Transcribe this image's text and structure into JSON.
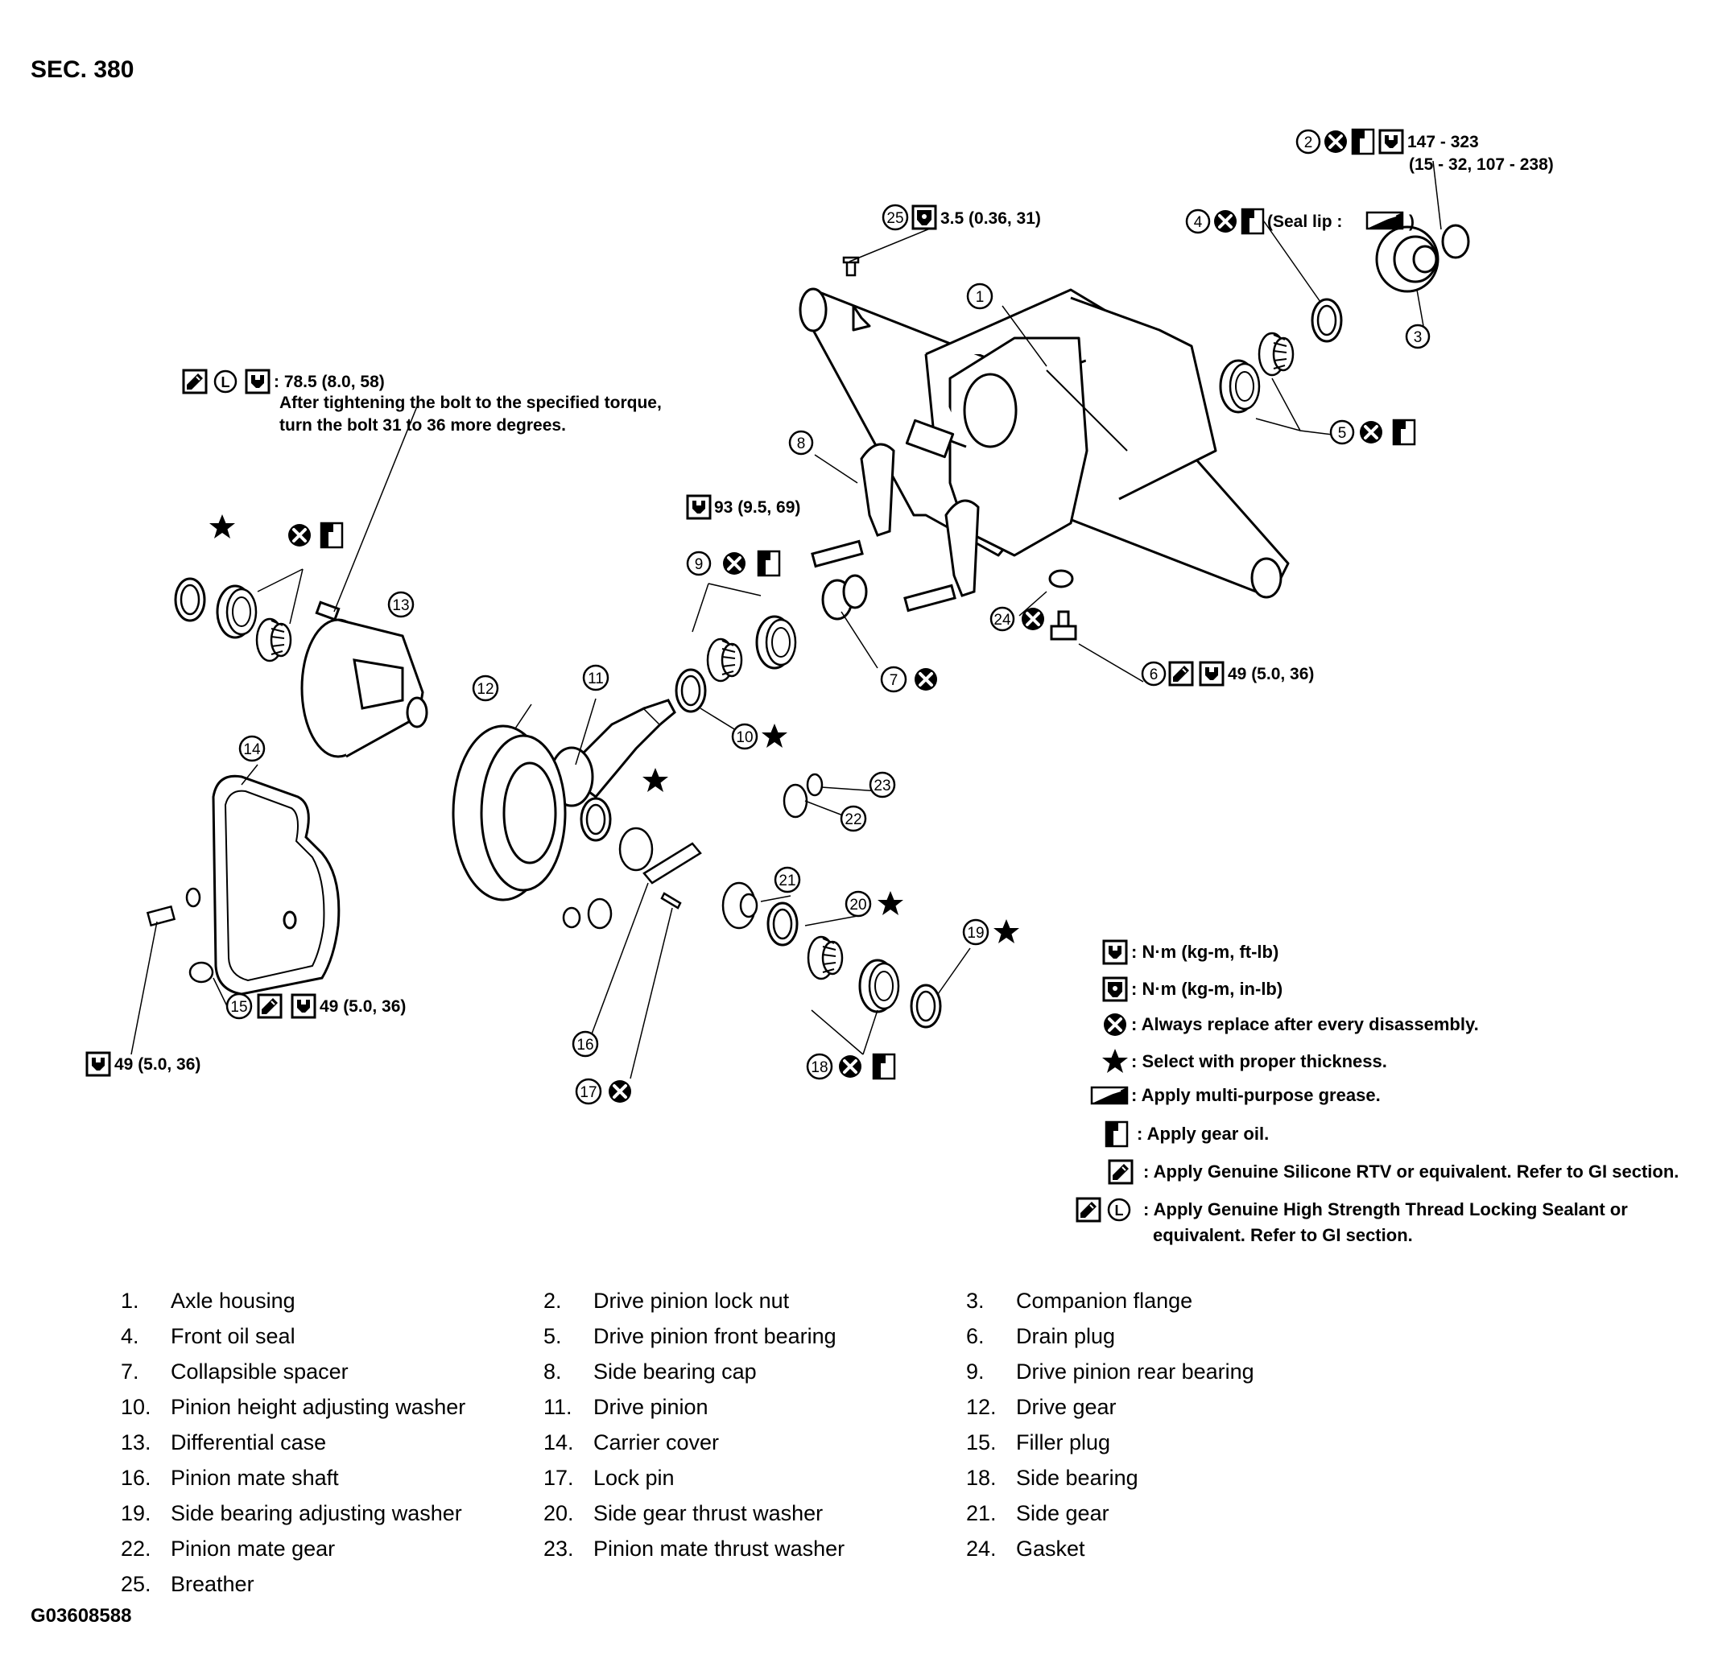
{
  "section_title": "SEC. 380",
  "figure_id": "G03608588",
  "callouts": {
    "c2": {
      "num": "2",
      "torque": "147 - 323",
      "torque_alt": "(15 - 32, 107 - 238)"
    },
    "c25": {
      "num": "25",
      "torque": "3.5 (0.36, 31)"
    },
    "c4": {
      "num": "4",
      "note_prefix": "(Seal lip :",
      "note_suffix": ")"
    },
    "c3": {
      "num": "3"
    },
    "c1": {
      "num": "1"
    },
    "c5": {
      "num": "5"
    },
    "c13": {
      "num": "13",
      "torque": ": 78.5 (8.0, 58)",
      "note_line1": "After tightening the bolt to the specified torque,",
      "note_line2": "turn the bolt 31 to 36 more degrees."
    },
    "c8": {
      "num": "8"
    },
    "c8_torque": "93 (9.5, 69)",
    "c9": {
      "num": "9"
    },
    "c24": {
      "num": "24"
    },
    "c6": {
      "num": "6",
      "torque": "49 (5.0, 36)"
    },
    "c7": {
      "num": "7"
    },
    "c12": {
      "num": "12"
    },
    "c11": {
      "num": "11"
    },
    "c10": {
      "num": "10"
    },
    "c14": {
      "num": "14"
    },
    "c23": {
      "num": "23"
    },
    "c22": {
      "num": "22"
    },
    "c21": {
      "num": "21"
    },
    "c20": {
      "num": "20"
    },
    "c19": {
      "num": "19"
    },
    "c15": {
      "num": "15",
      "torque": "49 (5.0, 36)"
    },
    "c14_bolt_torque": "49 (5.0, 36)",
    "c16": {
      "num": "16"
    },
    "c17": {
      "num": "17"
    },
    "c18": {
      "num": "18"
    }
  },
  "legend": [
    {
      "icon": "torque-wrench-icon",
      "text": ": N·m (kg-m, ft-lb)"
    },
    {
      "icon": "torque-wrench-small-icon",
      "text": ": N·m (kg-m, in-lb)"
    },
    {
      "icon": "replace-x-icon",
      "text": ": Always replace after every disassembly."
    },
    {
      "icon": "star-icon",
      "text": ": Select with proper thickness."
    },
    {
      "icon": "grease-icon",
      "text": ": Apply multi-purpose grease."
    },
    {
      "icon": "gear-oil-icon",
      "text": ": Apply gear oil."
    },
    {
      "icon": "silicone-rtv-icon",
      "text": ": Apply Genuine Silicone RTV or equivalent. Refer to GI section."
    },
    {
      "icon": "thread-locking-icon",
      "text": ": Apply Genuine High Strength Thread Locking Sealant or",
      "text2": "equivalent. Refer to GI section."
    }
  ],
  "parts": [
    [
      {
        "no": "1.",
        "name": "Axle housing"
      },
      {
        "no": "2.",
        "name": "Drive pinion lock nut"
      },
      {
        "no": "3.",
        "name": "Companion flange"
      }
    ],
    [
      {
        "no": "4.",
        "name": "Front oil seal"
      },
      {
        "no": "5.",
        "name": "Drive pinion front bearing"
      },
      {
        "no": "6.",
        "name": "Drain plug"
      }
    ],
    [
      {
        "no": "7.",
        "name": "Collapsible spacer"
      },
      {
        "no": "8.",
        "name": "Side bearing cap"
      },
      {
        "no": "9.",
        "name": "Drive pinion rear bearing"
      }
    ],
    [
      {
        "no": "10.",
        "name": "Pinion height adjusting washer"
      },
      {
        "no": "11.",
        "name": "Drive pinion"
      },
      {
        "no": "12.",
        "name": "Drive gear"
      }
    ],
    [
      {
        "no": "13.",
        "name": "Differential case"
      },
      {
        "no": "14.",
        "name": "Carrier cover"
      },
      {
        "no": "15.",
        "name": "Filler plug"
      }
    ],
    [
      {
        "no": "16.",
        "name": "Pinion mate shaft"
      },
      {
        "no": "17.",
        "name": "Lock pin"
      },
      {
        "no": "18.",
        "name": "Side bearing"
      }
    ],
    [
      {
        "no": "19.",
        "name": "Side bearing adjusting washer"
      },
      {
        "no": "20.",
        "name": "Side gear thrust washer"
      },
      {
        "no": "21.",
        "name": "Side gear"
      }
    ],
    [
      {
        "no": "22.",
        "name": "Pinion mate gear"
      },
      {
        "no": "23.",
        "name": "Pinion mate thrust washer"
      },
      {
        "no": "24.",
        "name": "Gasket"
      }
    ],
    [
      {
        "no": "25.",
        "name": "Breather"
      }
    ]
  ]
}
